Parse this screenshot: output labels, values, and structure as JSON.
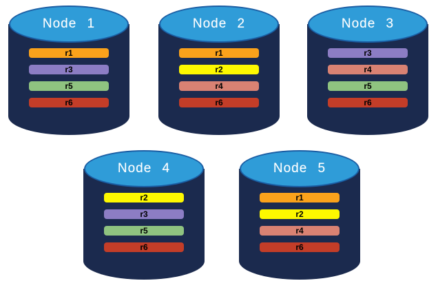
{
  "colors": {
    "cylinder_body": "#1B2A4E",
    "cylinder_top": "#2F9CD8",
    "cylinder_top_border": "#1B5EA4",
    "node_label_text": "#FFFFFF",
    "bar_text": "#000000",
    "replica_colors": {
      "r1": "#FAA21B",
      "r2": "#FDF800",
      "r3": "#8C7DC4",
      "r4": "#D98273",
      "r5": "#8FC380",
      "r6": "#C33D28"
    }
  },
  "nodes": [
    {
      "label": "Node 1",
      "replicas": [
        "r1",
        "r3",
        "r5",
        "r6"
      ]
    },
    {
      "label": "Node 2",
      "replicas": [
        "r1",
        "r2",
        "r4",
        "r6"
      ]
    },
    {
      "label": "Node 3",
      "replicas": [
        "r3",
        "r4",
        "r5",
        "r6"
      ]
    },
    {
      "label": "Node 4",
      "replicas": [
        "r2",
        "r3",
        "r5",
        "r6"
      ]
    },
    {
      "label": "Node 5",
      "replicas": [
        "r1",
        "r2",
        "r4",
        "r6"
      ]
    }
  ]
}
